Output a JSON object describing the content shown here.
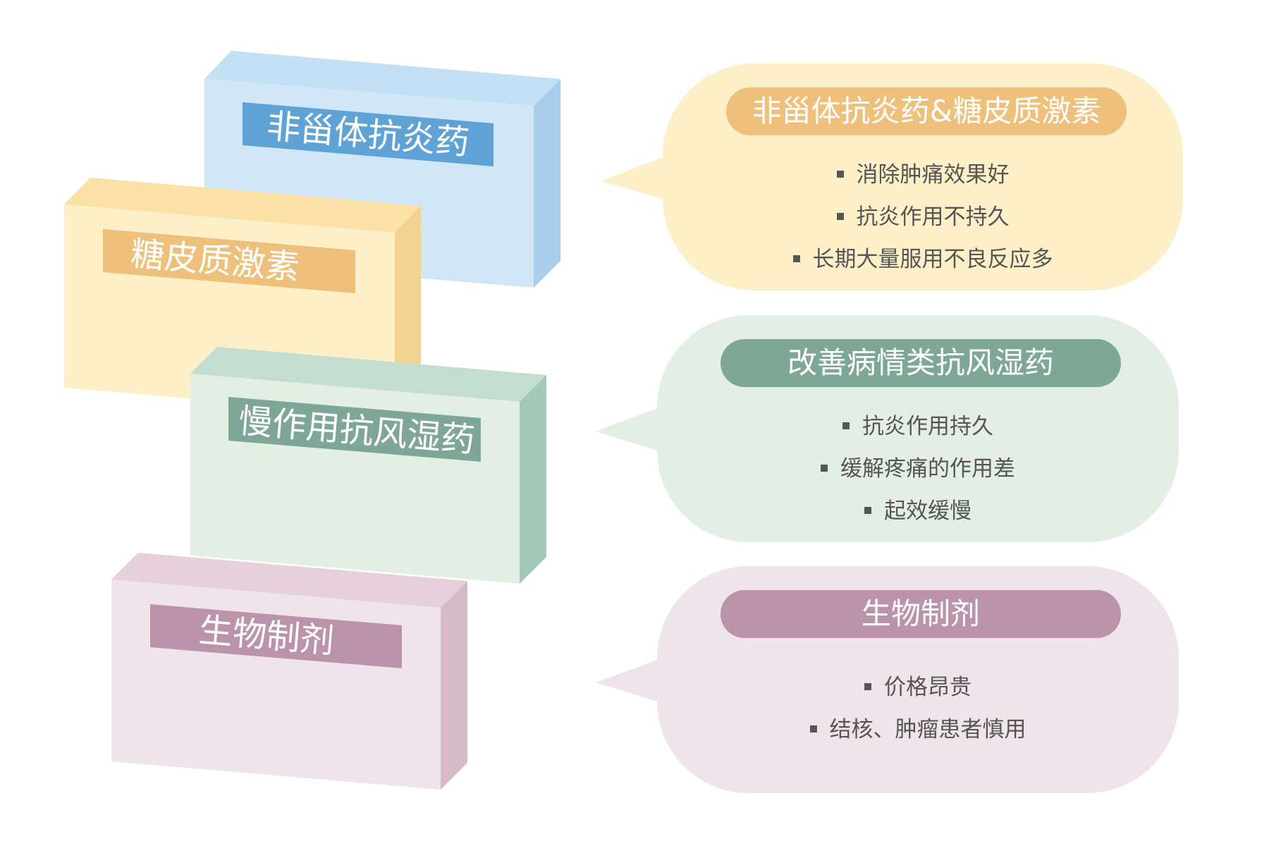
{
  "colors": {
    "nsaid": "#5fa2d6",
    "steroid": "#eec07b",
    "dmard": "#7ea797",
    "biologic": "#bb94ab",
    "bullet_text": "#555555"
  },
  "boxes": [
    {
      "label": "非甾体抗炎药"
    },
    {
      "label": "糖皮质激素"
    },
    {
      "label": "慢作用抗风湿药"
    },
    {
      "label": "生物制剂"
    }
  ],
  "callouts": [
    {
      "title": "非甾体抗炎药&糖皮质激素",
      "items": [
        "消除肿痛效果好",
        "抗炎作用不持久",
        "长期大量服用不良反应多"
      ]
    },
    {
      "title": "改善病情类抗风湿药",
      "items": [
        "抗炎作用持久",
        "缓解疼痛的作用差",
        "起效缓慢"
      ]
    },
    {
      "title": "生物制剂",
      "items": [
        "价格昂贵",
        "结核、肿瘤患者慎用"
      ]
    }
  ]
}
